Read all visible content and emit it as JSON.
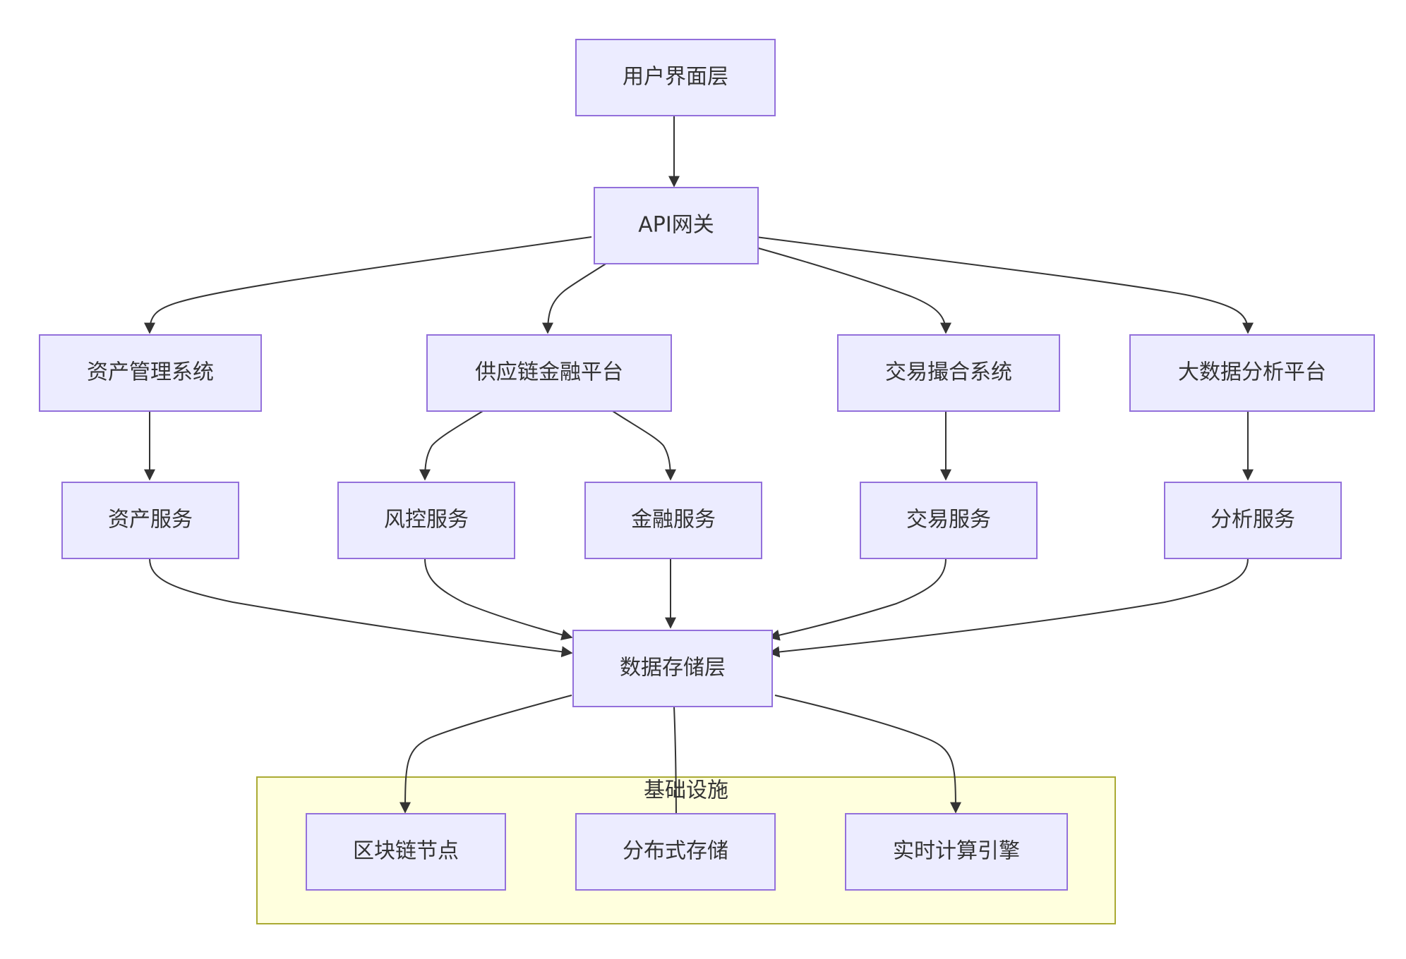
{
  "nodes": {
    "ui_layer": "用户界面层",
    "api_gateway": "API网关",
    "asset_mgmt": "资产管理系统",
    "scf_platform": "供应链金融平台",
    "matching_system": "交易撮合系统",
    "bigdata_platform": "大数据分析平台",
    "asset_service": "资产服务",
    "risk_service": "风控服务",
    "finance_service": "金融服务",
    "trade_service": "交易服务",
    "analysis_service": "分析服务",
    "data_storage": "数据存储层",
    "blockchain_node": "区块链节点",
    "distributed_storage": "分布式存储",
    "realtime_engine": "实时计算引擎"
  },
  "cluster": {
    "label": "基础设施"
  },
  "edges": [
    [
      "ui_layer",
      "api_gateway"
    ],
    [
      "api_gateway",
      "asset_mgmt"
    ],
    [
      "api_gateway",
      "scf_platform"
    ],
    [
      "api_gateway",
      "matching_system"
    ],
    [
      "api_gateway",
      "bigdata_platform"
    ],
    [
      "asset_mgmt",
      "asset_service"
    ],
    [
      "scf_platform",
      "risk_service"
    ],
    [
      "scf_platform",
      "finance_service"
    ],
    [
      "matching_system",
      "trade_service"
    ],
    [
      "bigdata_platform",
      "analysis_service"
    ],
    [
      "asset_service",
      "data_storage"
    ],
    [
      "risk_service",
      "data_storage"
    ],
    [
      "finance_service",
      "data_storage"
    ],
    [
      "trade_service",
      "data_storage"
    ],
    [
      "analysis_service",
      "data_storage"
    ],
    [
      "data_storage",
      "blockchain_node"
    ],
    [
      "data_storage",
      "distributed_storage"
    ],
    [
      "data_storage",
      "realtime_engine"
    ]
  ],
  "colors": {
    "node_fill": "#ececff",
    "node_stroke": "#9370db",
    "cluster_fill": "#ffffde",
    "cluster_stroke": "#aaaa33",
    "edge": "#333333"
  }
}
